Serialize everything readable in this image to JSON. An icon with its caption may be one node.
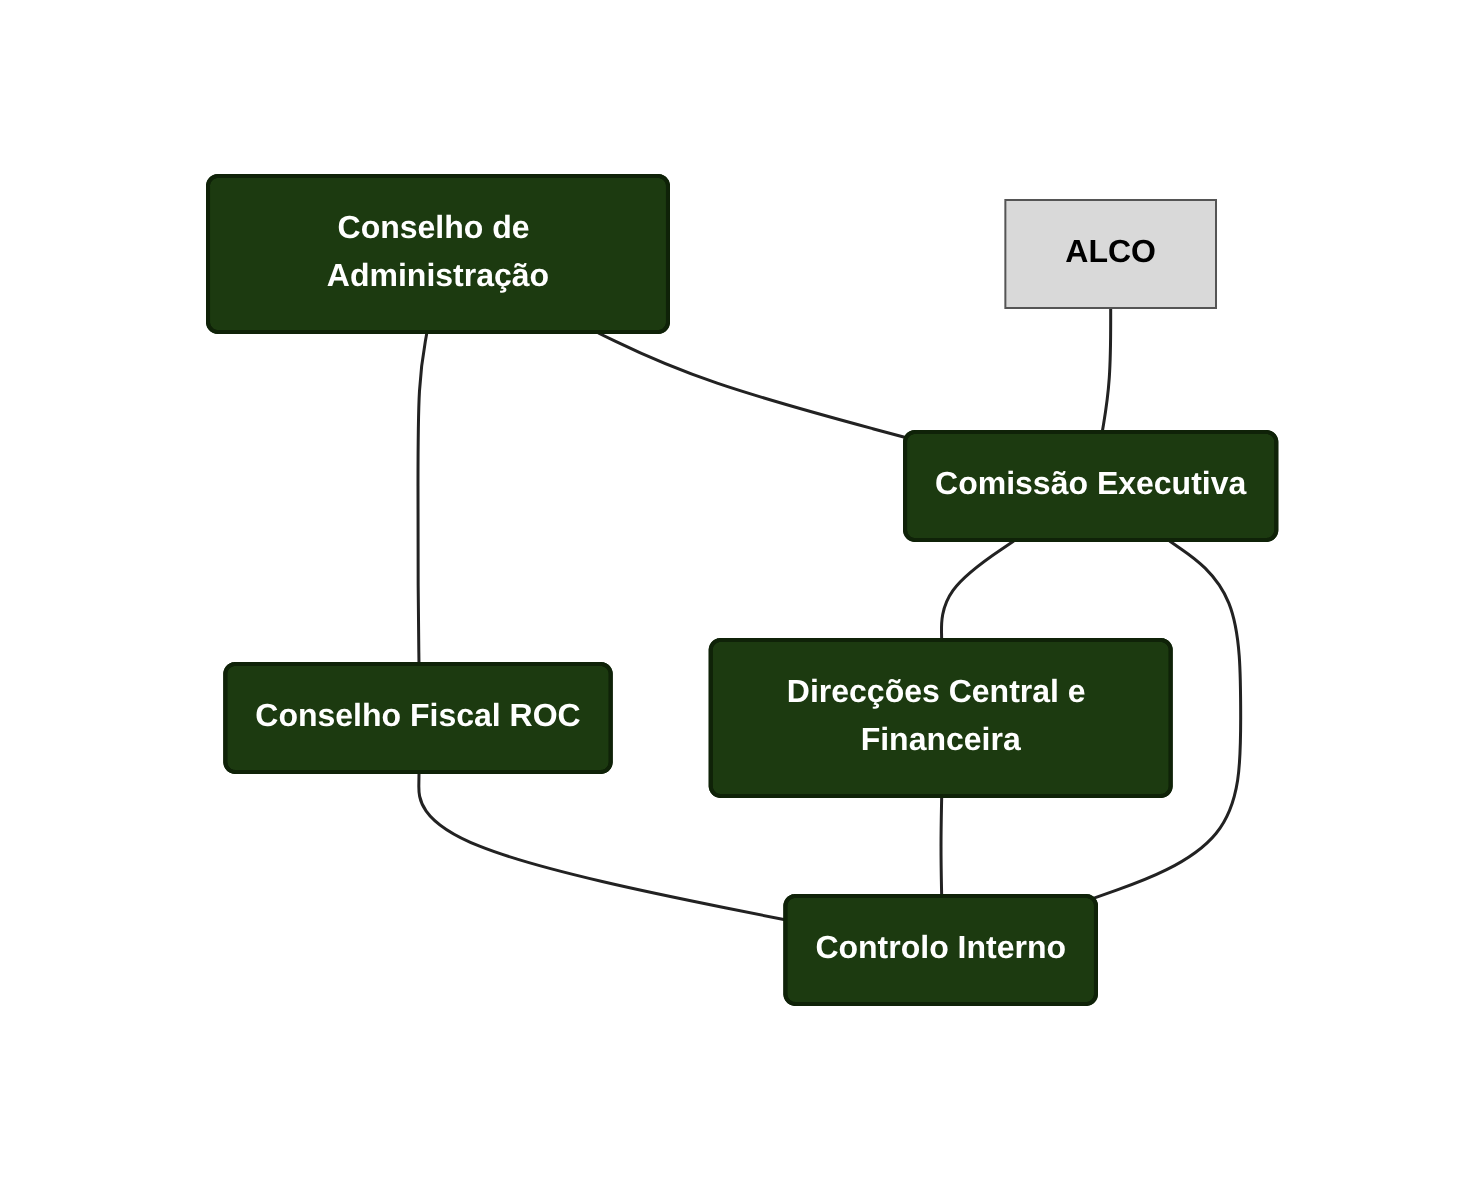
{
  "diagram": {
    "nodes": [
      {
        "text": [
          "Conselho de Administração"
        ]
      },
      {
        "text": [
          "Conselho Fiscal ROC"
        ]
      },
      {
        "text": [
          "ALCO"
        ]
      },
      {
        "text": [
          "Comissão Executiva"
        ]
      },
      {
        "text": [
          "Direcções Central e Financeira"
        ]
      },
      {
        "text": [
          "Controlo Interno"
        ]
      }
    ],
    "edges": [
      {
        "from": 0,
        "to": 1,
        "arrow": "none"
      },
      {
        "from": 0,
        "to": 3,
        "arrow": "none"
      },
      {
        "from": 2,
        "to": 3,
        "arrow": "none"
      },
      {
        "from": 3,
        "to": 4,
        "arrow": "none"
      },
      {
        "from": 3,
        "to": 5,
        "arrow": "none"
      },
      {
        "from": 1,
        "to": 5,
        "arrow": "none"
      },
      {
        "from": 4,
        "to": 5,
        "arrow": "none"
      }
    ]
  }
}
